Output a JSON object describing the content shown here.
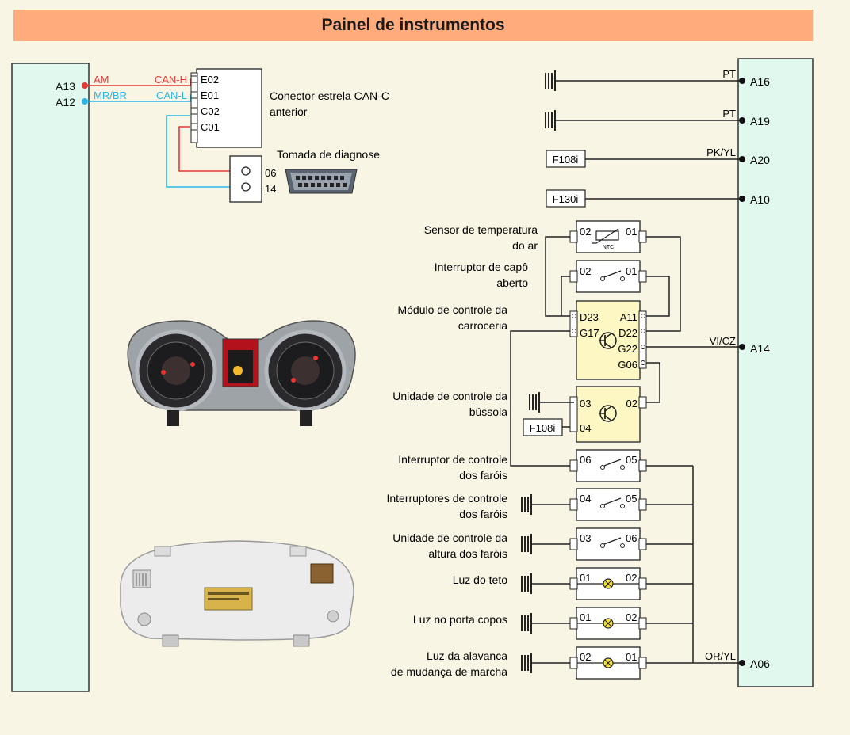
{
  "title": "Painel de instrumentos",
  "colors": {
    "page_bg": "#f8f5e4",
    "title_bg": "#ffab7c",
    "panel_fill": "#e0f8ee",
    "module_fill": "#fdf7c4",
    "can_h": "#e53935",
    "can_l": "#29b6e8",
    "lamp": "#f4e03c"
  },
  "left_pins": [
    {
      "id": "A13",
      "wire": "AM",
      "signal": "CAN-H"
    },
    {
      "id": "A12",
      "wire": "MR/BR",
      "signal": "CAN-L"
    }
  ],
  "can_connector": {
    "pins": [
      "E02",
      "E01",
      "C02",
      "C01"
    ],
    "label_line1": "Conector estrela CAN-C",
    "label_line2": "anterior"
  },
  "diag_socket": {
    "label": "Tomada de diagnose",
    "pins": [
      "06",
      "14"
    ]
  },
  "right_pins": [
    {
      "id": "A16",
      "wire": "PT"
    },
    {
      "id": "A19",
      "wire": "PT"
    },
    {
      "id": "A20",
      "wire": "PK/YL",
      "fuse": "F108i"
    },
    {
      "id": "A10",
      "wire": "",
      "fuse": "F130i"
    },
    {
      "id": "A14",
      "wire": "VI/CZ"
    },
    {
      "id": "A06",
      "wire": "OR/YL"
    }
  ],
  "sensor_temp": {
    "line1": "Sensor de temperatura",
    "line2": "do ar",
    "pin_left": "02",
    "pin_right": "01",
    "ntc": "NTC"
  },
  "hood_switch": {
    "line1": "Interruptor de capô",
    "line2": "aberto",
    "pin_left": "02",
    "pin_right": "01"
  },
  "bcm": {
    "line1": "Módulo de controle da",
    "line2": "carroceria",
    "left_pins": [
      "D23",
      "G17"
    ],
    "right_pins": [
      "A11",
      "D22",
      "G22",
      "G06"
    ]
  },
  "compass": {
    "line1": "Unidade de controle da",
    "line2": "bússola",
    "left_pins": [
      "03",
      "04"
    ],
    "right_pin": "02",
    "fuse": "F108i"
  },
  "headlamp_switch": {
    "line1": "Interruptor de controle",
    "line2": "dos faróis",
    "pin_left": "06",
    "pin_right": "05"
  },
  "headlamp_switches": {
    "line1": "Interruptores de controle",
    "line2": "dos faróis",
    "pin_left": "04",
    "pin_right": "05"
  },
  "leveling_unit": {
    "line1": "Unidade de controle da",
    "line2": "altura dos faróis",
    "pin_left": "03",
    "pin_right": "06"
  },
  "dome_light": {
    "line1": "Luz do teto",
    "pin_left": "01",
    "pin_right": "02"
  },
  "cupholder_light": {
    "line1": "Luz no porta copos",
    "pin_left": "01",
    "pin_right": "02"
  },
  "shifter_light": {
    "line1": "Luz da alavanca",
    "line2": "de mudança de marcha",
    "pin_left": "02",
    "pin_right": "01"
  }
}
